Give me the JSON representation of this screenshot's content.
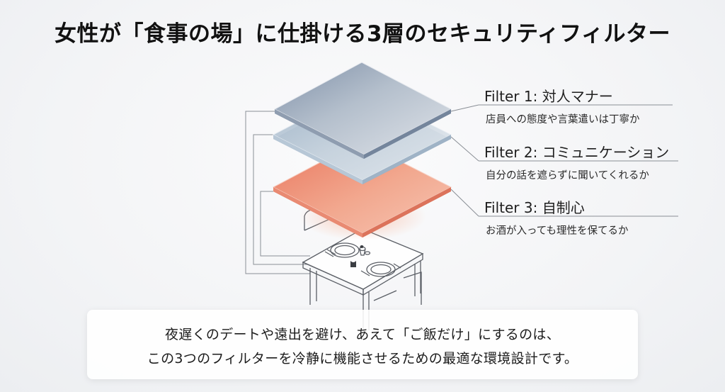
{
  "title": "女性が「食事の場」に仕掛ける3層のセキュリティフィルター",
  "filters": [
    {
      "label": "Filter 1: 対人マナー",
      "description": "店員への態度や言葉遣いは丁寧か",
      "color": "#8a9ab0"
    },
    {
      "label": "Filter 2: コミュニケーション",
      "description": "自分の話を遮らずに聞いてくれるか",
      "color": "#a9bfd2"
    },
    {
      "label": "Filter 3: 自制心",
      "description": "お酒が入っても理性を保てるか",
      "color": "#ec8a72"
    }
  ],
  "caption": {
    "line1": "夜遅くのデートや遠出を避け、あえて「ご飯だけ」にするのは、",
    "line2": "この3つのフィルターを冷静に機能させるための最適な環境設計です。"
  }
}
